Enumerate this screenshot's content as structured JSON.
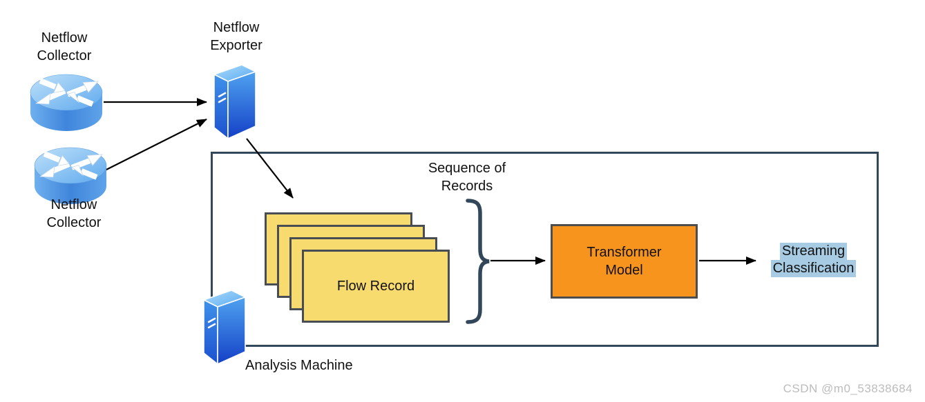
{
  "diagram": {
    "nodes": {
      "collector_top": {
        "label": "Netflow\nCollector",
        "icon": "router-icon"
      },
      "collector_bottom": {
        "label": "Netflow\nCollector",
        "icon": "router-icon"
      },
      "exporter": {
        "label": "Netflow\nExporter",
        "icon": "server-icon"
      },
      "analysis_machine": {
        "label": "Analysis Machine",
        "icon": "server-icon"
      },
      "sequence_of_records": {
        "label": "Sequence of\nRecords"
      },
      "flow_record": {
        "label": "Flow Record",
        "stack_count": 4
      },
      "transformer": {
        "label": "Transformer\nModel"
      },
      "streaming": {
        "line1": "Streaming",
        "line2": "Classification"
      }
    },
    "edges": [
      {
        "from": "collector_top",
        "to": "exporter"
      },
      {
        "from": "collector_bottom",
        "to": "exporter"
      },
      {
        "from": "exporter",
        "to": "flow_record"
      },
      {
        "from": "sequence_of_records",
        "to": "transformer"
      },
      {
        "from": "transformer",
        "to": "streaming"
      }
    ],
    "colors": {
      "record_fill": "#F8DB6E",
      "record_border": "#474D52",
      "transformer_fill": "#F7941E",
      "transformer_border": "#4D4D4D",
      "box_border": "#33475B",
      "brace": "#33475B",
      "highlight": "#A7CBE2",
      "arrow": "#000000",
      "router_blue": "#4E97E3",
      "server_blue": "#2159D6",
      "watermark_gray": "#BCBCBC"
    },
    "watermark": "CSDN @m0_53838684"
  }
}
